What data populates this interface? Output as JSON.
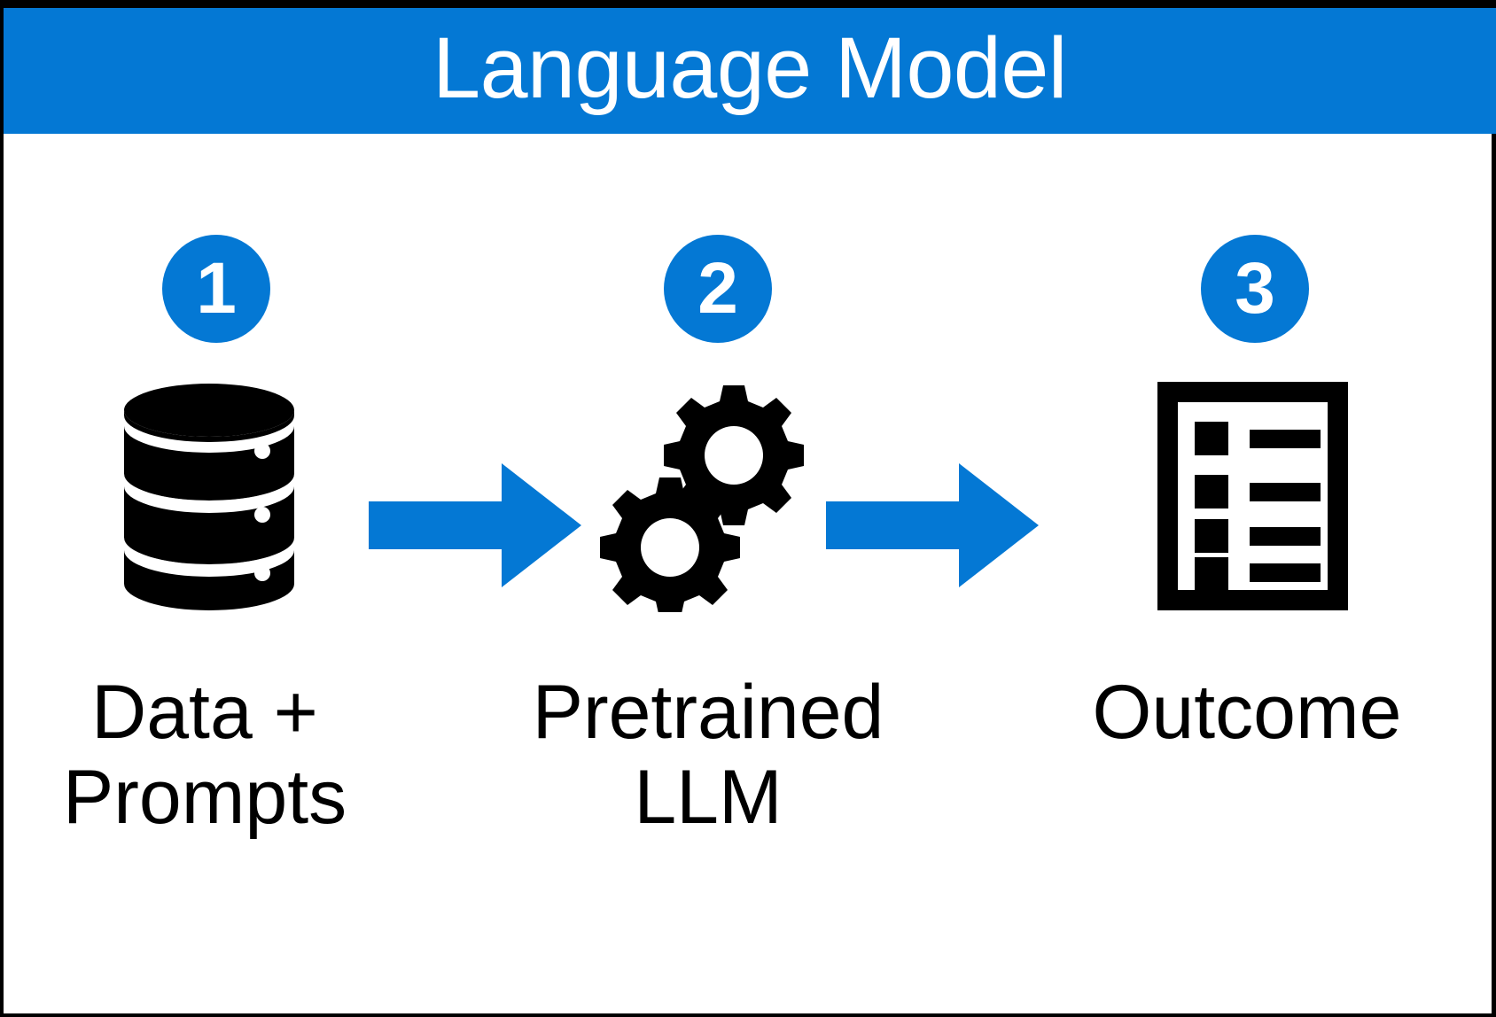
{
  "header": {
    "title": "Language Model",
    "background_color": "#0478d4",
    "text_color": "#ffffff"
  },
  "theme": {
    "accent_color": "#0478d4",
    "icon_color": "#000000",
    "canvas_color": "#ffffff",
    "frame_color": "#000000"
  },
  "diagram": {
    "type": "horizontal-3-step-flow",
    "steps": [
      {
        "number": "1",
        "icon": "database-icon",
        "label": "Data +\nPrompts"
      },
      {
        "number": "2",
        "icon": "gears-icon",
        "label": "Pretrained\nLLM"
      },
      {
        "number": "3",
        "icon": "document-list-icon",
        "label": "Outcome"
      }
    ],
    "connectors": [
      {
        "icon": "arrow-right-icon",
        "from": "1",
        "to": "2",
        "color": "#0478d4"
      },
      {
        "icon": "arrow-right-icon",
        "from": "2",
        "to": "3",
        "color": "#0478d4"
      }
    ]
  }
}
